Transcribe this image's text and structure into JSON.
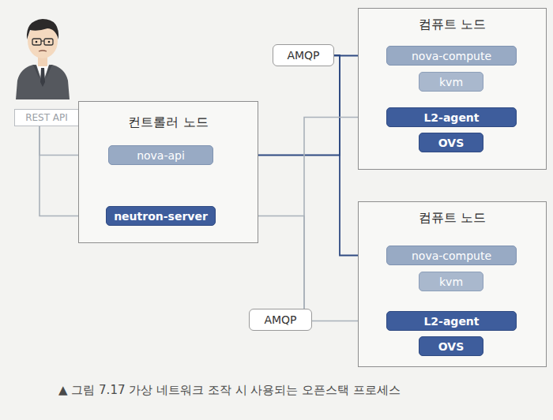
{
  "diagram": {
    "caption": "▲ 그림 7.17 가상 네트워크 조작 시 사용되는 오픈스택 프로세스",
    "nodes": [
      {
        "text": [
          "REST API"
        ]
      },
      {
        "text": [
          "컨트롤러 노드"
        ]
      },
      {
        "text": [
          "nova-api"
        ],
        "in": 1
      },
      {
        "text": [
          "neutron-server"
        ],
        "in": 1
      },
      {
        "text": [
          "AMQP"
        ]
      },
      {
        "text": [
          "컴퓨트 노드"
        ]
      },
      {
        "text": [
          "nova-compute"
        ],
        "in": 5
      },
      {
        "text": [
          "kvm"
        ],
        "in": 5
      },
      {
        "text": [
          "L2-agent"
        ],
        "in": 5
      },
      {
        "text": [
          "OVS"
        ],
        "in": 5
      },
      {
        "text": [
          "컴퓨트 노드"
        ]
      },
      {
        "text": [
          "nova-compute"
        ],
        "in": 10
      },
      {
        "text": [
          "kvm"
        ],
        "in": 10
      },
      {
        "text": [
          "L2-agent"
        ],
        "in": 10
      },
      {
        "text": [
          "OVS"
        ],
        "in": 10
      },
      {
        "text": [
          "AMQP"
        ]
      }
    ],
    "edges": [
      {
        "from": 0,
        "to": 2,
        "arrow": "to"
      },
      {
        "from": 0,
        "to": 3,
        "arrow": "to"
      },
      {
        "from": 2,
        "to": 3,
        "arrow": "both"
      },
      {
        "from": 2,
        "to": 4,
        "arrow": "none"
      },
      {
        "from": 4,
        "to": 6,
        "arrow": "to"
      },
      {
        "from": 4,
        "to": 11,
        "arrow": "to"
      },
      {
        "from": 3,
        "to": 15,
        "arrow": "none"
      },
      {
        "from": 15,
        "to": 8,
        "arrow": "to"
      },
      {
        "from": 15,
        "to": 13,
        "arrow": "to"
      }
    ]
  }
}
